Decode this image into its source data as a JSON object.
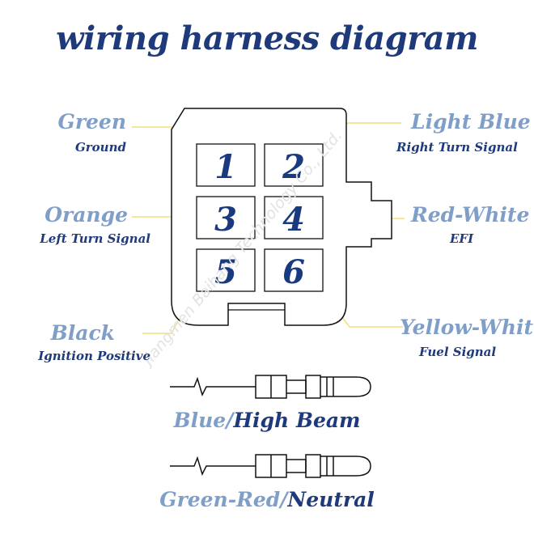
{
  "title": "wiring harness diagram",
  "pins": [
    {
      "number": "1",
      "color": "Green",
      "function": "Ground"
    },
    {
      "number": "2",
      "color": "Light Blue",
      "function": "Right Turn Signal"
    },
    {
      "number": "3",
      "color": "Orange",
      "function": "Left Turn Signal"
    },
    {
      "number": "4",
      "color": "Red-White",
      "function": "EFI"
    },
    {
      "number": "5",
      "color": "Black",
      "function": "Ignition Positive"
    },
    {
      "number": "6",
      "color": "Yellow-White",
      "function": "Fuel Signal"
    }
  ],
  "single_wires": [
    {
      "color": "Blue",
      "separator": "/",
      "function": "High Beam"
    },
    {
      "color": "Green-Red",
      "separator": "/",
      "function": "Neutral"
    }
  ],
  "watermark": "Jiangmen Baihang Technology Co., Ltd.",
  "colors": {
    "title": "#1f3a7a",
    "color_name": "#7f9fc9",
    "function_text": "#1f3a7a",
    "pin_number": "#1a3a7f",
    "leader_line": "#f2df7a",
    "outline": "#111111"
  }
}
